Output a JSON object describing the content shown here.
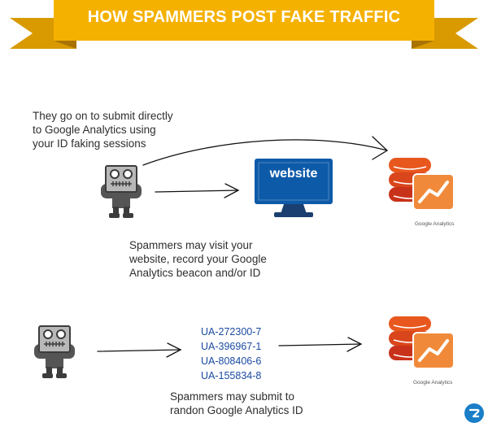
{
  "banner": {
    "title": "HOW SPAMMERS POST FAKE TRAFFIC",
    "color": "#f5b100"
  },
  "captions": {
    "submit_direct": [
      "They go on to submit directly",
      "to Google Analytics using",
      "your ID faking sessions"
    ],
    "visit_website": [
      "Spammers may visit your",
      "website, record your Google",
      "Analytics beacon and/or ID"
    ],
    "random_id": [
      "Spammers may submit to",
      "randon Google Analytics ID"
    ]
  },
  "website_label": "website",
  "ga_label": "Google Analytics",
  "ua_ids": [
    "UA-272300-7",
    "UA-396967-1",
    "UA-808406-6",
    "UA-155834-8"
  ],
  "icons": [
    "robot-icon",
    "monitor-icon",
    "google-analytics-icon",
    "brand-logo-icon"
  ],
  "colors": {
    "ga_orange": "#e8571e",
    "ga_red": "#c9321a",
    "monitor_blue": "#0d5aa8",
    "ua_blue": "#1b4aa0",
    "logo_blue": "#1a7ec8"
  }
}
